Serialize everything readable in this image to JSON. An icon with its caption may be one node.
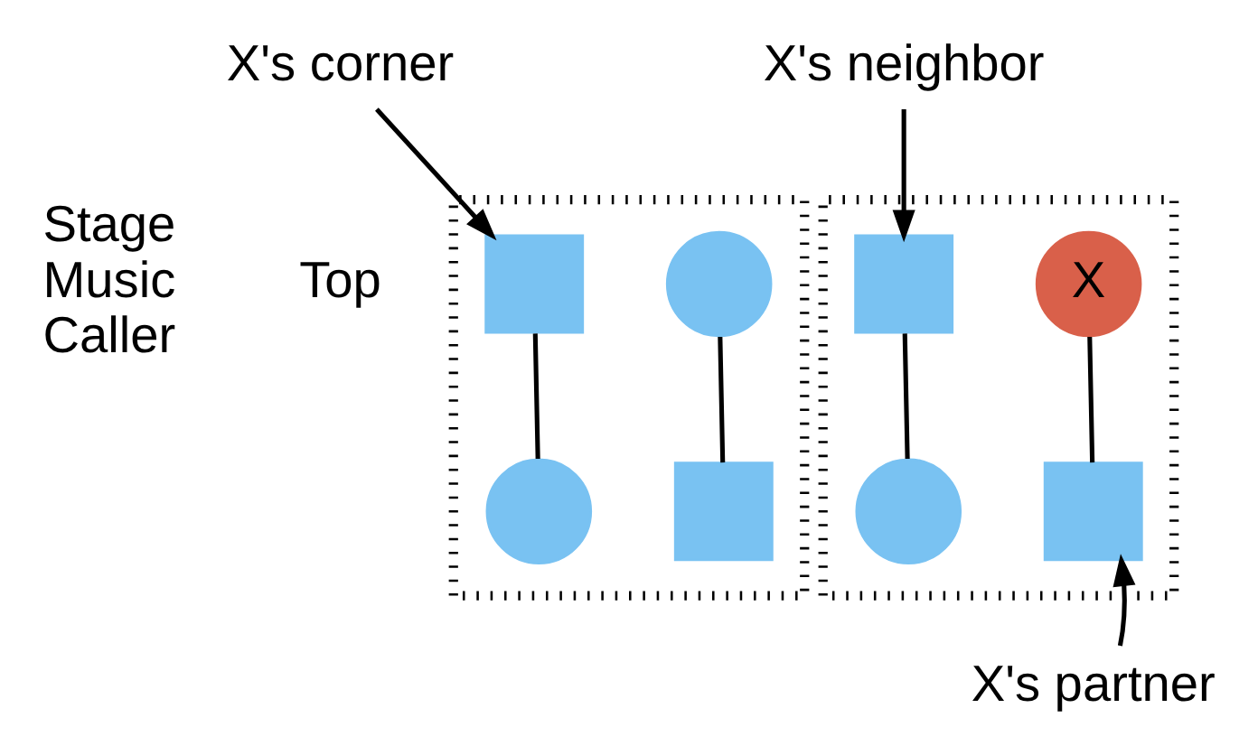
{
  "diagram": {
    "nodes": [
      {
        "text": [],
        "shape": "box"
      },
      {
        "text": [],
        "shape": "circle",
        "in": 0
      },
      {
        "text": [],
        "shape": "box",
        "in": 0
      },
      {
        "text": [],
        "shape": "box",
        "in": 0
      },
      {
        "text": [],
        "shape": "circle",
        "in": 0
      },
      {
        "text": [],
        "shape": "box"
      },
      {
        "text": [
          "X"
        ],
        "in": 5
      },
      {
        "text": [],
        "shape": "box",
        "in": 5
      },
      {
        "text": [],
        "shape": "box",
        "in": 5
      },
      {
        "text": [],
        "shape": "circle",
        "in": 5
      },
      {
        "text": [
          "X's corner"
        ]
      },
      {
        "text": [
          "X's neighbor"
        ]
      },
      {
        "text": [
          "X's partner"
        ]
      }
    ],
    "edges": [
      {
        "from": 1,
        "to": 3,
        "arrow": "none"
      },
      {
        "from": 2,
        "to": 4,
        "arrow": "none"
      },
      {
        "from": 6,
        "to": 8,
        "arrow": "none"
      },
      {
        "from": 7,
        "to": 9,
        "arrow": "none"
      },
      {
        "from": 10,
        "to": 2,
        "arrow": "to"
      },
      {
        "from": 11,
        "to": 7,
        "arrow": "to"
      },
      {
        "from": 12,
        "to": 8,
        "arrow": "to"
      }
    ],
    "labels": [
      "Stage Music Caller",
      "Top"
    ]
  }
}
